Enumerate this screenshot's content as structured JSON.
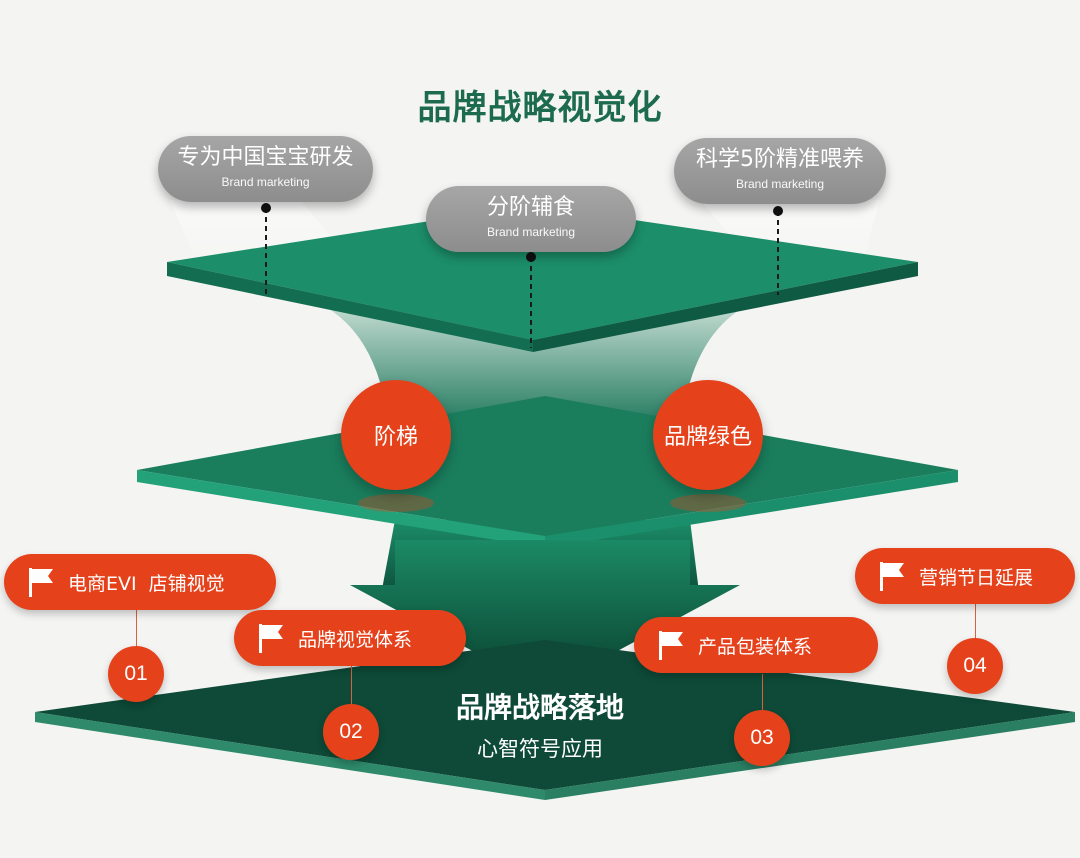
{
  "title": "品牌战略视觉化",
  "top_pills": [
    {
      "main": "专为中国宝宝研发",
      "sub": "Brand marketing"
    },
    {
      "main": "分阶辅食",
      "sub": "Brand marketing"
    },
    {
      "main": "科学5阶精准喂养",
      "sub": "Brand marketing"
    }
  ],
  "middle_circles": [
    "阶梯",
    "品牌绿色"
  ],
  "bottom": {
    "title": "品牌战略落地",
    "subtitle": "心智符号应用"
  },
  "tags": [
    {
      "label": "电商EVI  店铺视觉",
      "number": "01"
    },
    {
      "label": "品牌视觉体系",
      "number": "02"
    },
    {
      "label": "产品包装体系",
      "number": "03"
    },
    {
      "label": "营销节日延展",
      "number": "04"
    }
  ],
  "colors": {
    "accent_red": "#e5421c",
    "green_dark": "#0d4a36",
    "green": "#1a8a64",
    "pill_gray": "#999999",
    "title_green": "#1d6b4f"
  }
}
